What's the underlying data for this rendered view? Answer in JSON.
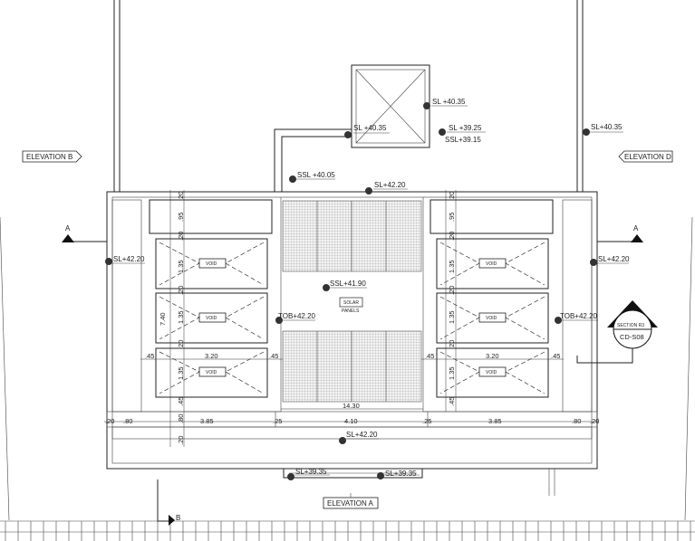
{
  "elevations": {
    "b": "ELEVATION B",
    "d": "ELEVATION D",
    "a": "ELEVATION A"
  },
  "section_markers": {
    "a": "A",
    "b": "B"
  },
  "section_callout": {
    "top": "SECTION R3",
    "bottom": "CD-S08"
  },
  "levels": {
    "sl_40_35_tank_right": "SL +40.35",
    "sl_40_35_tank": "SL +40.35",
    "sl_39_25": "SL +39.25",
    "ssl_39_15": "SSL+39.15",
    "sl_40_35_right": "SL+40.35",
    "ssl_40_05": "SSL +40.05",
    "sl_42_20_top": "SL+42.20",
    "sl_42_20_left": "SL+42.20",
    "sl_42_20_right": "SL+42.20",
    "ssl_41_90": "SSL+41.90",
    "tob_left": "TOB+42.20",
    "tob_right": "TOB+42.20",
    "sl_42_20_bottom": "SL+42.20",
    "sl_39_35_left": "SL+39.35",
    "sl_39_35_right": "SL+39.35"
  },
  "solar": {
    "line1": "SOLAR",
    "line2": "PANELS"
  },
  "void_label": "VOID",
  "dims": {
    "v_20": ".20",
    "v_95": ".95",
    "v_135": "1.35",
    "v_740": "7.40",
    "v_45": ".45",
    "v_80": ".80",
    "w_320": "3.20",
    "w_045": ".45",
    "w_1430": "14.30",
    "w_020": ".20",
    "w_080": ".80",
    "w_385": "3.85",
    "w_025": ".25",
    "w_410": "4.10"
  }
}
